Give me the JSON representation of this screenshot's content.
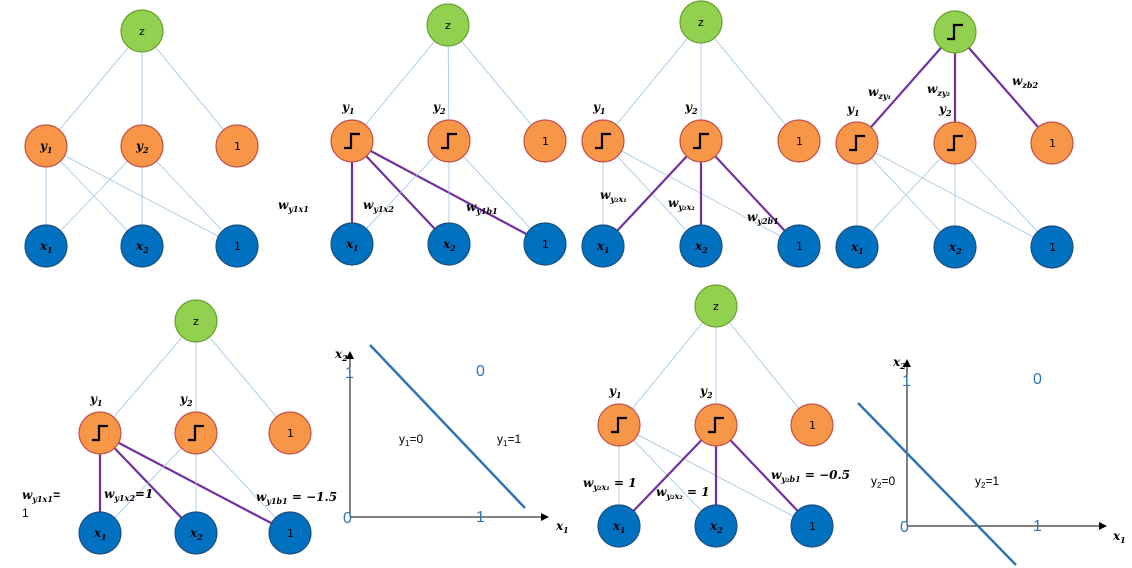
{
  "colors": {
    "input_node": "#0070C0",
    "input_stroke": "#1F4E79",
    "hidden_node": "#F79646",
    "hidden_stroke": "#C0504D",
    "output_node": "#92D050",
    "output_stroke": "#6A9F2C",
    "thin_edge": "#9DC3E6",
    "highlight_edge": "#7030A0",
    "boundary_line": "#2E75B6"
  },
  "icons": {
    "step": "step-function-icon"
  },
  "node_labels": {
    "z": "z",
    "y1": "y",
    "y1_sub": "1",
    "y2": "y",
    "y2_sub": "2",
    "x1": "x",
    "x1_sub": "1",
    "x2": "x",
    "x2_sub": "2",
    "bias": "1"
  },
  "panels": {
    "p1": {},
    "p2": {
      "w1": "w",
      "w1_sub": "y1x1",
      "w2": "w",
      "w2_sub": "y1x2",
      "w3": "w",
      "w3_sub": "y1b1"
    },
    "p3": {
      "w1": "w",
      "w1_sub": "y₂x₁",
      "w2": "w",
      "w2_sub": "y₂x₂",
      "w3": "w",
      "w3_sub": "y2b1"
    },
    "p4": {
      "w1": "w",
      "w1_sub": "zy₁",
      "w2": "w",
      "w2_sub": "zy₂",
      "w3": "w",
      "w3_sub": "zb2"
    },
    "p5": {
      "w1": "w",
      "w1_sub": "y1x1",
      "w1_eq": "=",
      "w1_val": "1",
      "w2": "w",
      "w2_sub": "y1x2",
      "w2_val": "=1",
      "w3": "w",
      "w3_sub": "y1b1",
      "w3_val": " = −1.5"
    },
    "p6": {
      "w1": "w",
      "w1_sub": "y₂x₁",
      "w1_val": " = 1",
      "w2": "w",
      "w2_sub": "y₂x₂",
      "w2_val": " = 1",
      "w3": "w",
      "w3_sub": "y₂b1",
      "w3_val": " = −0.5"
    }
  },
  "plot1": {
    "x_axis": "x",
    "x_sub": "1",
    "y_axis": "x",
    "y_sub": "2",
    "tick_x1": "1",
    "tick_y1": "1",
    "origin": "0",
    "region_top": "0",
    "y_left": "y",
    "y_left_sub": "1",
    "y_left_val": "=0",
    "y_right": "y",
    "y_right_sub": "1",
    "y_right_val": "=1"
  },
  "plot2": {
    "x_axis": "x",
    "x_sub": "1",
    "y_axis": "x",
    "y_sub": "2",
    "tick_x1": "1",
    "tick_y1": "1",
    "origin": "0",
    "region_top": "0",
    "y_left": "y",
    "y_left_sub": "2",
    "y_left_val": "=0",
    "y_right": "y",
    "y_right_sub": "2",
    "y_right_val": "=1"
  }
}
